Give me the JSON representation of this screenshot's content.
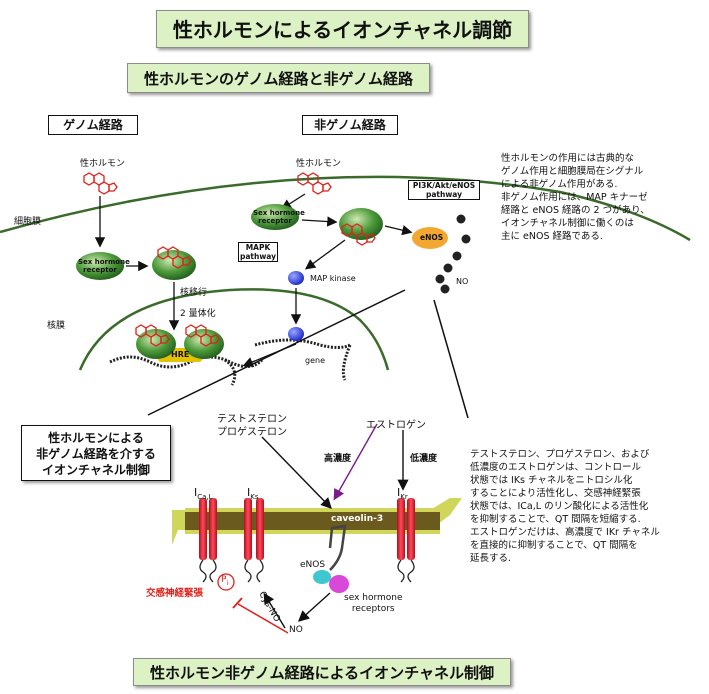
{
  "titles": {
    "main": "性ホルモンによるイオンチャネル調節",
    "sub": "性ホルモンのゲノム経路と非ゲノム経路",
    "bottom": "性ホルモン非ゲノム経路によるイオンチャネル制御"
  },
  "sections": {
    "genomic": "ゲノム経路",
    "nongenomic": "非ゲノム経路"
  },
  "upper": {
    "hormone_left": "性ホルモン",
    "hormone_right": "性ホルモン",
    "cell_membrane": "細胞膜",
    "nuclear_membrane": "核膜",
    "receptor_left": [
      "Sex hormone",
      "receptor"
    ],
    "receptor_right": [
      "Sex hormone",
      "receptor"
    ],
    "translocation": "核移行",
    "dimerization": "2 量体化",
    "hre": "HRE",
    "gene": "gene",
    "mapk_pathway": [
      "MAPK",
      "pathway"
    ],
    "map_kinase": "MAP kinase",
    "pi3k_pathway": [
      "PI3K/Akt/eNOS",
      "pathway"
    ],
    "enos": "eNOS",
    "no": "NO"
  },
  "notes": {
    "right_top": [
      "性ホルモンの作用には古典的な",
      "ゲノム作用と細胞膜局在シグナル",
      "による非ゲノム作用がある.",
      "非ゲノム作用には、MAP キナーゼ",
      "経路と eNOS 経路の 2 つがあり、",
      "イオンチャネル制御に働くのは",
      "主に eNOS 経路である."
    ],
    "right_bottom": [
      "テストステロン、プロゲステロン、および",
      "低濃度のエストロゲンは、コントロール",
      "状態では IKs チャネルをニトロシル化",
      "することにより活性化し、交感神経緊張",
      "状態では、ICa,L のリン酸化による活性化",
      "を抑制することで、QT 間隔を短縮する.",
      "エストロゲンだけは、高濃度で IKr チャネル",
      "を直接的に抑制することで、QT 間隔を",
      "延長する."
    ]
  },
  "callout": [
    "性ホルモンによる",
    "非ゲノム経路を介する",
    "イオンチャネル制御"
  ],
  "lower": {
    "testosterone_progesterone": [
      "テストステロン",
      "プロゲステロン"
    ],
    "estrogen": "エストロゲン",
    "high_conc": "高濃度",
    "low_conc": "低濃度",
    "ical": {
      "main": "I",
      "sub": "Ca,L"
    },
    "iks": {
      "main": "I",
      "sub": "Ks"
    },
    "ikr": {
      "main": "I",
      "sub": "Kr"
    },
    "caveolin": "caveolin-3",
    "enos": "eNOS",
    "receptors": [
      "sex hormone",
      "receptors"
    ],
    "sympathetic": "交感神経緊張",
    "pi": {
      "main": "P",
      "sub": "i"
    },
    "cys_no": "Cys-NO",
    "no": "NO"
  },
  "colors": {
    "title_bg": "#dcf1c4",
    "membrane": "#3a6b2a",
    "receptor": "#2f7d2b",
    "hormone": "#e0201a",
    "channel": "#e0263a",
    "bilayer": "#6b5a1e",
    "bilayer_cap": "#cfd65a",
    "estrogen_arrow": "#7a1c8c",
    "inhibit": "#e0201a",
    "enos_bubble": "#f2a830",
    "no_dot": "#222"
  }
}
